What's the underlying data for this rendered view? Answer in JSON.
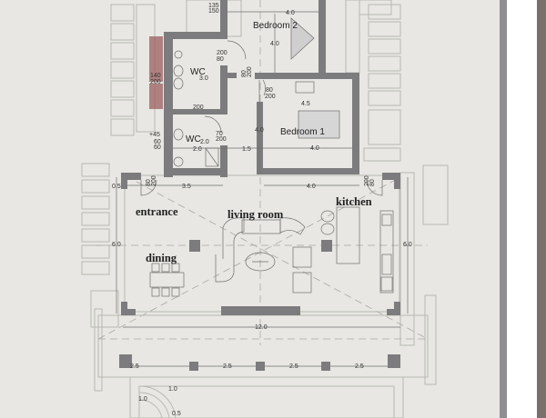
{
  "rooms": {
    "bedroom2": "Bedroom 2",
    "bedroom1": "Bedroom 1",
    "wc_upper": "WC",
    "wc_lower": "WC",
    "entrance": "entrance",
    "living_room": "living room",
    "kitchen": "kitchen",
    "dining": "dining"
  },
  "dimensions": {
    "d135": "135",
    "d150": "150",
    "bed2_width": "4.0",
    "bed2_depth": "4.0",
    "wc_upper_len": "3.0",
    "door_200_80_a": "200",
    "door_200_80_b": "80",
    "door_80_200_a": "80",
    "door_80_200_b": "200",
    "door_bed1_a": "80",
    "door_bed1_b": "200",
    "bed1_top": "4.5",
    "bed1_depth": "4.0",
    "bed1_width": "4.0",
    "window_140": "140",
    "window_200": "200",
    "wc_mid_200": "200",
    "level": "+45",
    "d60a": "60",
    "d60b": "60",
    "wc_lower_len": "2.0",
    "door_70": "70",
    "door_200c": "200",
    "wc_lower_width": "2.0",
    "corridor": "1.5",
    "wall_05": "0.5",
    "entry_door_a": "80",
    "entry_door_b": "200",
    "entrance_width": "3.5",
    "living_width": "4.0",
    "kitchen_door_a": "200",
    "kitchen_door_b": "80",
    "hall_depth_left": "6.0",
    "hall_depth_right": "6.0",
    "hall_length": "12.0",
    "span1": "2.5",
    "span2": "2.5",
    "span3": "2.5",
    "span4": "2.5",
    "step_a": "1.0",
    "step_b": "1.0",
    "step_c": "0.5"
  },
  "colors": {
    "wall": "#7c7c7e",
    "background": "#e8e7e3"
  }
}
